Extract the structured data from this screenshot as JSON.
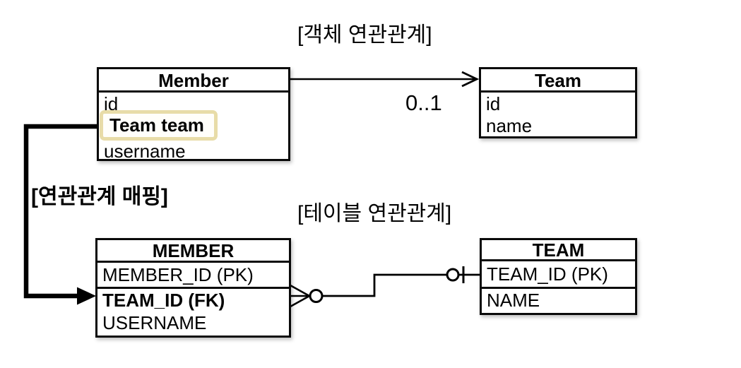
{
  "titles": {
    "object_section": "[객체 연관관계]",
    "table_section": "[테이블 연관관계]",
    "mapping_label": "[연관관계 매핑]"
  },
  "object_model": {
    "member_class": {
      "title": "Member",
      "fields": [
        {
          "label": "id"
        },
        {
          "label": "Team team",
          "highlighted": true
        },
        {
          "label": "username"
        }
      ]
    },
    "team_class": {
      "title": "Team",
      "fields": [
        {
          "label": "id"
        },
        {
          "label": "name"
        }
      ]
    },
    "association": {
      "multiplicity": "0..1"
    }
  },
  "table_model": {
    "member_table": {
      "title": "MEMBER",
      "primary_key": "MEMBER_ID (PK)",
      "fields": [
        {
          "label": "TEAM_ID (FK)",
          "bold": true
        },
        {
          "label": "USERNAME"
        }
      ]
    },
    "team_table": {
      "title": "TEAM",
      "primary_key": "TEAM_ID (PK)",
      "fields": [
        {
          "label": "NAME"
        }
      ]
    }
  },
  "icons": {
    "object_arrow": "open-arrow-right",
    "mapping_arrow": "thick-filled-arrow",
    "crows_foot": "many-zero-crows-foot",
    "one_tick": "zero-one-tick"
  },
  "colors": {
    "background": "#ffffff",
    "line": "#000000",
    "highlight_border": "#e8dca8"
  }
}
